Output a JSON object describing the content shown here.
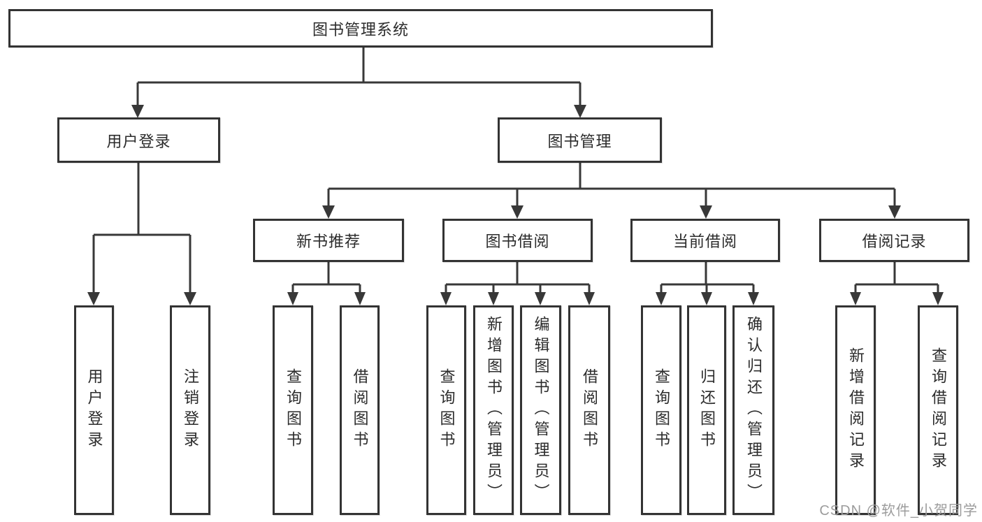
{
  "tree": {
    "root": {
      "label": "图书管理系统"
    },
    "branches": [
      {
        "label": "用户登录",
        "leaves": [
          {
            "label": "用户登录"
          },
          {
            "label": "注销登录"
          }
        ]
      },
      {
        "label": "图书管理",
        "groups": [
          {
            "label": "新书推荐",
            "leaves": [
              {
                "label": "查询图书"
              },
              {
                "label": "借阅图书"
              }
            ]
          },
          {
            "label": "图书借阅",
            "leaves": [
              {
                "label": "查询图书"
              },
              {
                "label": "新增图书（管理员）"
              },
              {
                "label": "编辑图书（管理员）"
              },
              {
                "label": "借阅图书"
              }
            ]
          },
          {
            "label": "当前借阅",
            "leaves": [
              {
                "label": "查询图书"
              },
              {
                "label": "归还图书"
              },
              {
                "label": "确认归还（管理员）"
              }
            ]
          },
          {
            "label": "借阅记录",
            "leaves": [
              {
                "label": "新增借阅记录"
              },
              {
                "label": "查询借阅记录"
              }
            ]
          }
        ]
      }
    ]
  },
  "watermark": {
    "text": "CSDN @软件_小贺同学"
  },
  "colors": {
    "background": "#ffffff",
    "line": "#383838",
    "box_border": "#333333",
    "text": "#2b2b2b",
    "watermark": "#9c9c9c"
  }
}
